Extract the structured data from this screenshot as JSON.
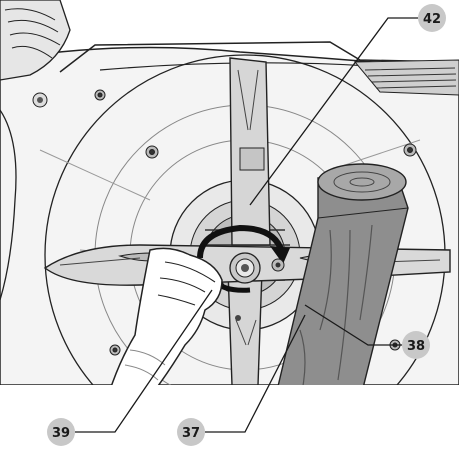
{
  "figure": {
    "callouts": [
      {
        "label": "42"
      },
      {
        "label": "38"
      },
      {
        "label": "39"
      },
      {
        "label": "37"
      }
    ]
  }
}
